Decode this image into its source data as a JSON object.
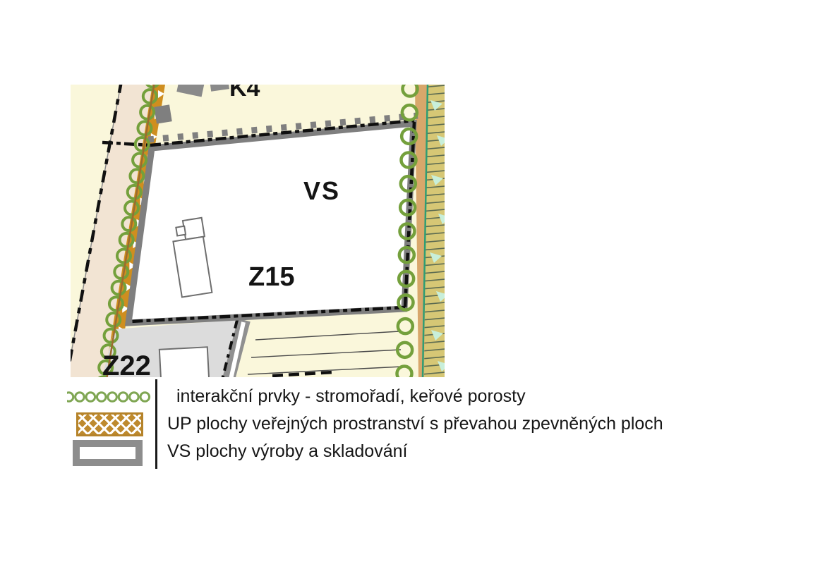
{
  "map": {
    "labels": {
      "k4": "K4",
      "vs": "VS",
      "z15": "Z15",
      "z22": "Z22"
    }
  },
  "legend": {
    "items": [
      {
        "id": "interakcni-prvky",
        "symbol": "tree-row-circles",
        "label": "interakční prvky - stromořadí, keřové porosty"
      },
      {
        "id": "up-plochy",
        "symbol": "brown-crosshatch-swatch",
        "label": "UP plochy veřejných prostranství s převahou zpevněných ploch"
      },
      {
        "id": "vs-plochy",
        "symbol": "gray-outline-swatch",
        "label": "VS plochy výroby a skladování"
      }
    ]
  },
  "colors": {
    "map_background": "#FAF7DB",
    "road_strip": "#F2E4D3",
    "public_space_orange": "#CF8E1F",
    "tree_circle_green": "#74A03C",
    "zone_border_gray": "#7F7F7F",
    "boundary_dash_black": "#0F0F0F",
    "z22_fill_gray": "#DCDCDC",
    "right_strip_tan": "#D8A76B",
    "teal_line": "#2E9E74",
    "orchard_olive": "#D6C775",
    "orchard_mint": "#C8EFDA",
    "legend_brown": "#BE8A2E",
    "legend_gray": "#8D8D8D"
  }
}
